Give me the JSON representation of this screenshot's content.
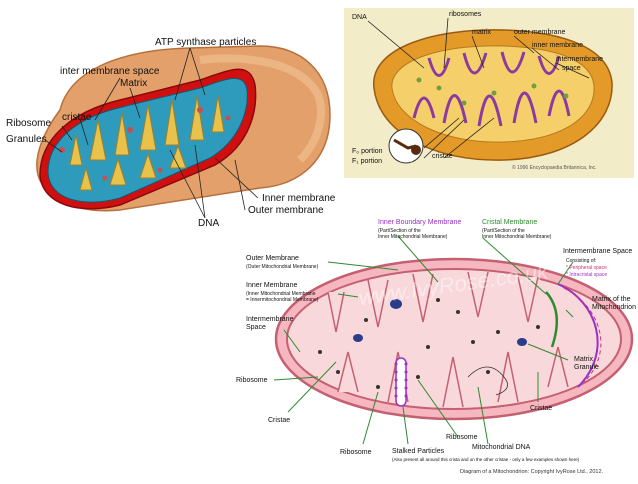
{
  "diagram1": {
    "labels": {
      "atp": "ATP synthase particles",
      "ims": "inter membrane space",
      "matrix": "Matrix",
      "ribosome": "Ribosome",
      "cristae": "cristae",
      "granules": "Granules",
      "inner": "Inner membrane",
      "outer": "Outer membrane",
      "dna": "DNA"
    }
  },
  "diagram2": {
    "labels": {
      "dna": "DNA",
      "ribosomes": "ribosomes",
      "matrix": "matrix",
      "outer": "outer membrane",
      "inner": "inner membrane",
      "ims_line1": "intermembrane",
      "ims_line2": "space",
      "f0": "F₀ portion",
      "f1": "F₁ portion",
      "cristae": "cristae",
      "copyright": "© 1996 Encyclopaedia Britannica, Inc."
    }
  },
  "diagram3": {
    "labels": {
      "inner_boundary": "Inner Boundary Membrane",
      "inner_boundary_sub1": "(Part/Section of the",
      "inner_boundary_sub2": "Inner Mitochondrial Membrane)",
      "cristal": "Cristal Membrane",
      "cristal_sub1": "(Part/Section of the",
      "cristal_sub2": "Inner Mitochondrial Membrane)",
      "ims_right": "Intermembrane Space",
      "ims_consisting": "Consisting of:",
      "peripheral": "* Peripheral space",
      "intracristal": "* Intracristal space",
      "outer": "Outer Membrane",
      "outer_sub": "(Outer Mitochondrial Membrane)",
      "inner": "Inner Membrane",
      "inner_sub1": "(Inner Mitochondrial Membrane",
      "inner_sub2": "= Innermitochondrial Membrane)",
      "ims_left1": "Intermembrane",
      "ims_left2": "Space",
      "matrix1": "Matrix of the",
      "matrix2": "Mitochondrion",
      "ribosome_left": "Ribosome",
      "granule1": "Matrix",
      "granule2": "Granule",
      "cristae_left": "Cristae",
      "cristae_right": "Cristae",
      "ribosome_bottom": "Ribosome",
      "ribosome_mid": "Ribosome",
      "stalked": "Stalked Particles",
      "stalked_sub": "(Also present all around this crista and on the other cristae - only a few examples shown here)",
      "mtdna": "Mitochondrial DNA",
      "caption": "Diagram of a Mitochondrion: Copyright IvyRose Ltd., 2012.",
      "watermark": "www.IvyRose.co.uk"
    },
    "colors": {
      "boundary": "#9b30c8",
      "cristal": "#2e8b2e",
      "peripheral": "#c83278",
      "intracristal": "#9b30c8"
    }
  }
}
